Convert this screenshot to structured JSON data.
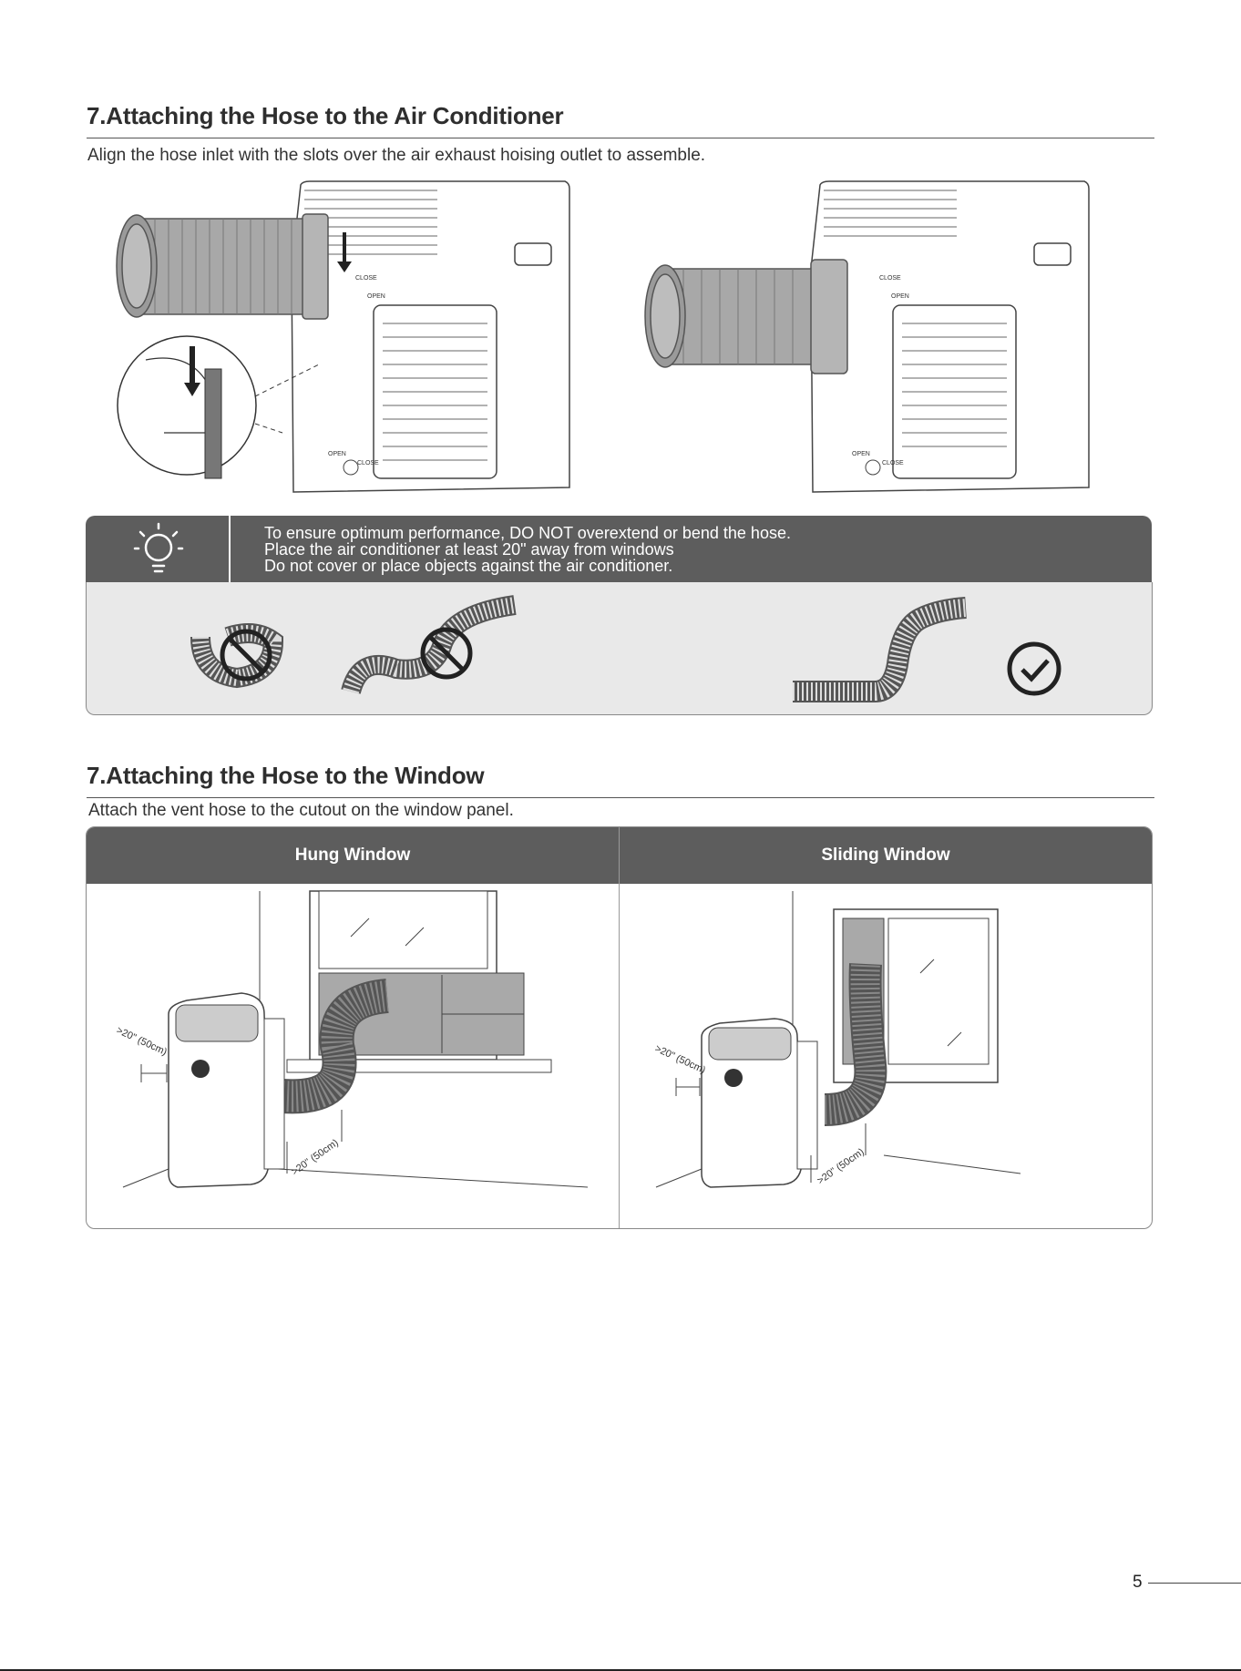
{
  "section1": {
    "title": "7.Attaching the Hose to the Air Conditioner",
    "description": "Align the hose inlet with the slots over the air exhaust hoising outlet to assemble.",
    "figure_labels": {
      "close": "CLOSE",
      "open": "OPEN"
    }
  },
  "tip": {
    "icon": "lightbulb-icon",
    "lines": [
      "To ensure optimum performance, DO NOT overextend or bend the hose.",
      "Place the air conditioner at least 20\" away from windows",
      "Do not cover or place objects against the air conditioner."
    ]
  },
  "section2": {
    "title": "7.Attaching the Hose to the Window",
    "description": "Attach the vent hose to the cutout on the window panel.",
    "columns": [
      {
        "label": "Hung Window"
      },
      {
        "label": "Sliding Window"
      }
    ],
    "clearance_label": ">20\" (50cm)"
  },
  "page_number": "5",
  "colors": {
    "banner": "#5d5d5d",
    "panel": "#e9e9e9",
    "line": "#555555"
  }
}
